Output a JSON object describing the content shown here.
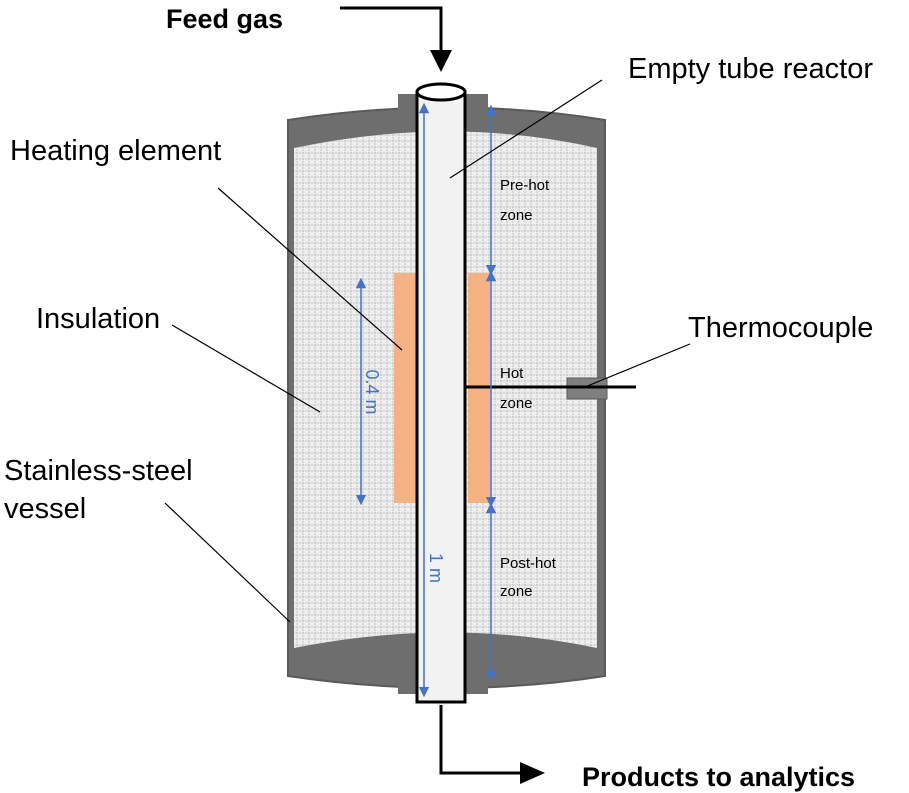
{
  "labels": {
    "feed_gas": "Feed gas",
    "products": "Products to analytics",
    "empty_tube_reactor": "Empty tube reactor",
    "heating_element": "Heating element",
    "insulation": "Insulation",
    "vessel_line1": "Stainless-steel",
    "vessel_line2": "vessel",
    "thermocouple": "Thermocouple",
    "prehot_line1": "Pre-hot",
    "prehot_line2": "zone",
    "hot_line1": "Hot",
    "hot_line2": "zone",
    "posthot_line1": "Post-hot",
    "posthot_line2": "zone"
  },
  "dimensions": {
    "heater_length": "0.4 m",
    "tube_length": "1 m"
  },
  "colors": {
    "vessel": "#6e6e6e",
    "vessel_dark": "#5a5a5a",
    "insulation_bg": "#d6d6d6",
    "heater": "#f4b183",
    "tube": "#f2f2f2",
    "dimension": "#4472c4",
    "ink": "#000000"
  }
}
